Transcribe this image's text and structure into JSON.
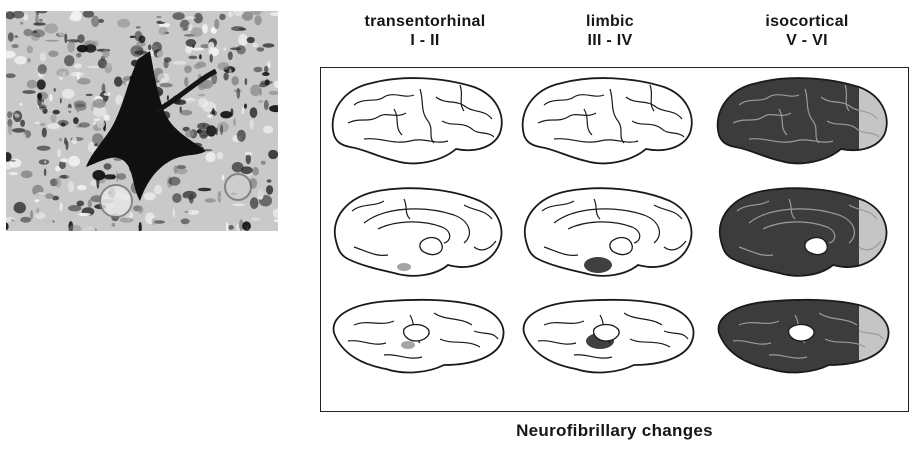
{
  "micrograph": {
    "type": "photomicrograph",
    "palette": [
      "#f4f4f4",
      "#c9c9c9",
      "#8a8a8a",
      "#3a3a3a",
      "#111111"
    ]
  },
  "stages": [
    {
      "name": "transentorhinal",
      "range": "I - II"
    },
    {
      "name": "limbic",
      "range": "III - IV"
    },
    {
      "name": "isocortical",
      "range": "V - VI"
    }
  ],
  "brain_views": [
    "lateral",
    "medial",
    "basal"
  ],
  "stage_shading": [
    {
      "lateral": 0,
      "medial": 0.08,
      "basal": 0.08
    },
    {
      "lateral": 0,
      "medial": 0.4,
      "basal": 0.45
    },
    {
      "lateral": 0.85,
      "medial": 0.9,
      "basal": 0.9
    }
  ],
  "colors": {
    "line": "#1a1a1a",
    "shade_dark": "#2b2b2b",
    "shade_mid": "#5a5a5a",
    "paper": "#ffffff"
  },
  "caption": "Neurofibrillary changes"
}
